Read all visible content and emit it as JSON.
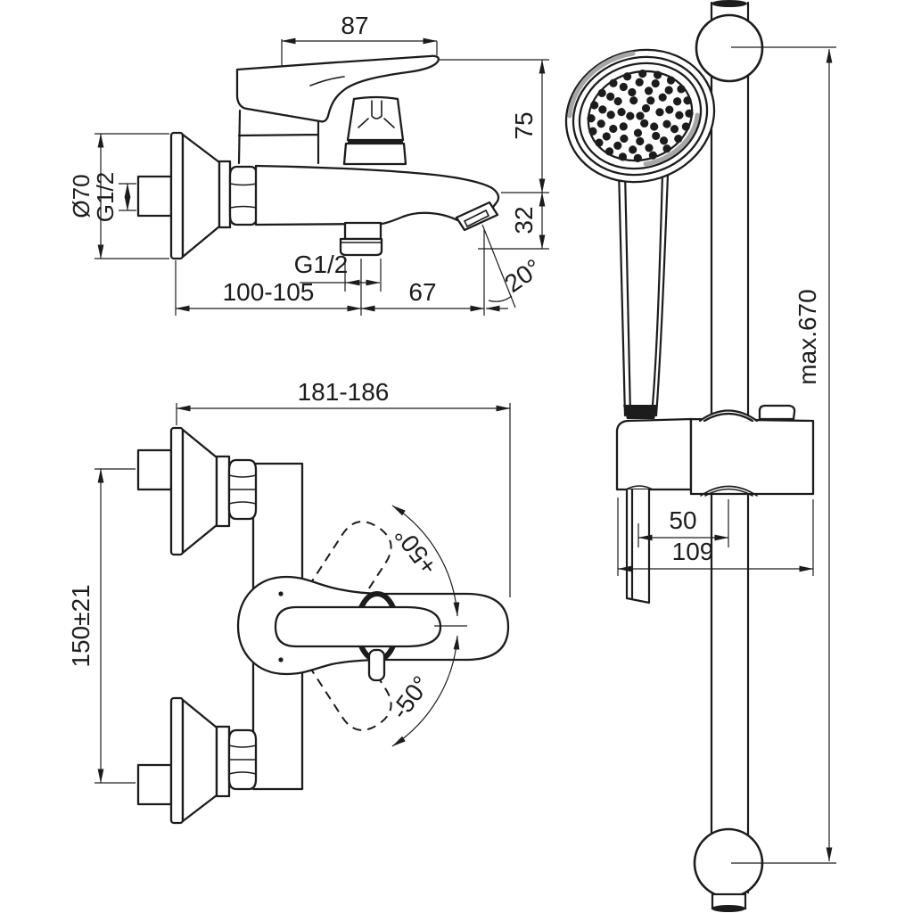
{
  "drawing": {
    "background": "#ffffff",
    "line_color": "#1c1c1c",
    "shade_color": "#a6a6a6",
    "views": {
      "mixer_side_view": {
        "dimensions": {
          "handle_length": "87",
          "height_handle_to_spout": "75",
          "spout_drop_height": "32",
          "escutcheon_diameter": "Ø70",
          "wall_connection_thread": "G1/2",
          "hose_outlet_thread": "G1/2",
          "wall_to_outlet": "100-105",
          "outlet_to_spout_tip": "67",
          "spout_angle": "20°"
        }
      },
      "mixer_front_view": {
        "dimensions": {
          "overall_width": "181-186",
          "connection_centres": "150±21",
          "lever_swing_up": "+50°",
          "lever_swing_down": "-50°"
        }
      },
      "shower_rail_view": {
        "dimensions": {
          "rail_length_max": "max.670",
          "handset_to_rail": "50",
          "bracket_depth": "109"
        }
      }
    }
  }
}
